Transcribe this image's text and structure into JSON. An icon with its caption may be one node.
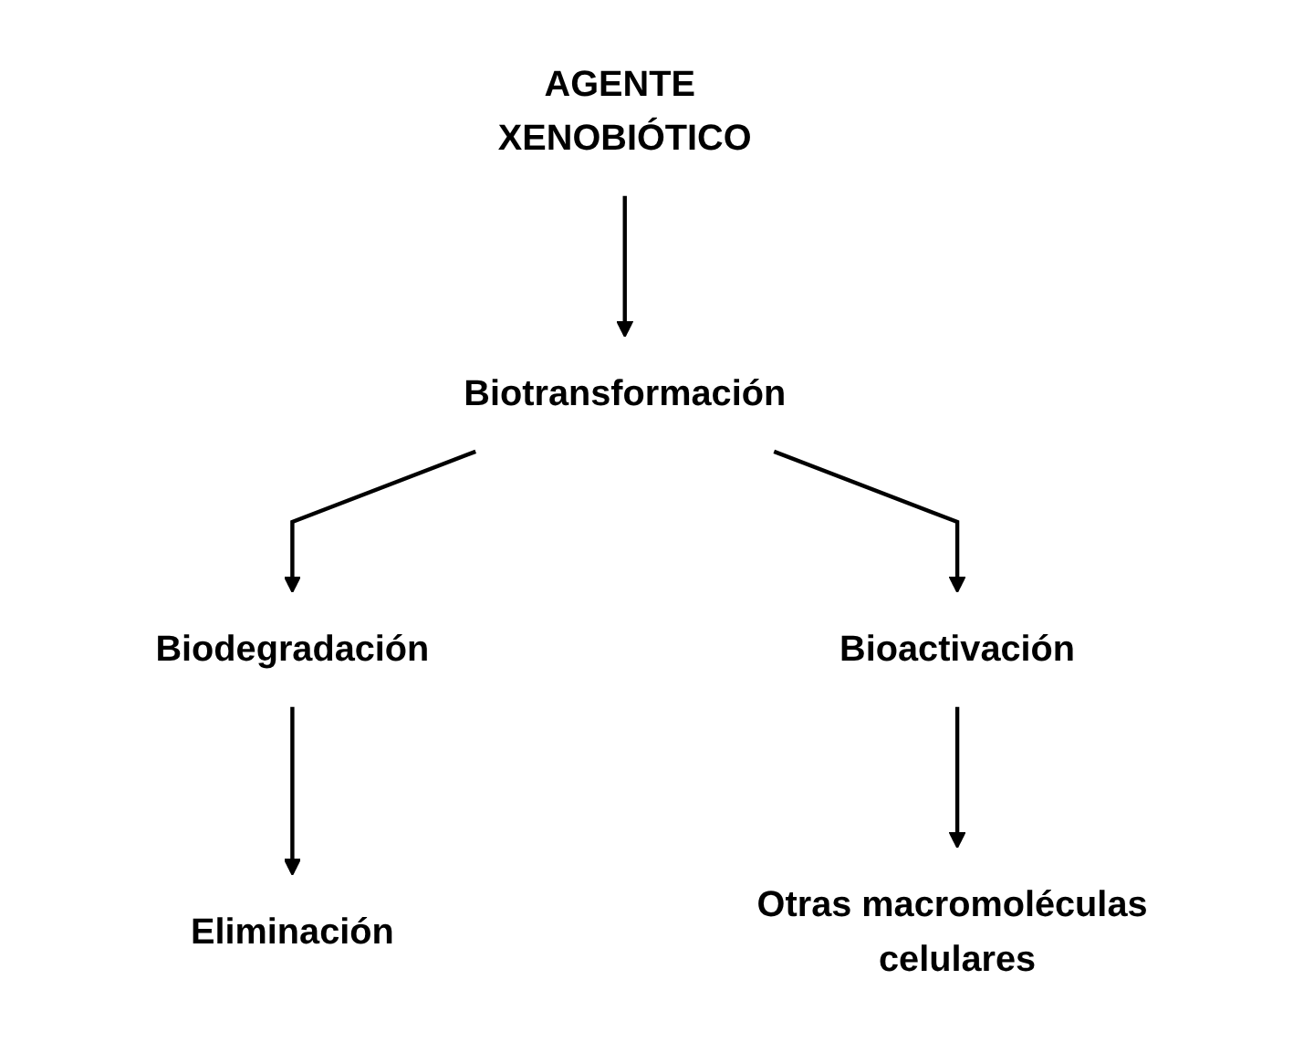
{
  "diagram": {
    "nodes": [
      {
        "text": [
          "AGENTE XENOBIÓTICO"
        ]
      },
      {
        "text": [
          "Biotransformación"
        ]
      },
      {
        "text": [
          "Biodegradación"
        ]
      },
      {
        "text": [
          "Bioactivación"
        ]
      },
      {
        "text": [
          "Eliminación"
        ]
      },
      {
        "text": [
          "Otras macromoléculas celulares"
        ]
      }
    ],
    "edges": [
      {
        "from": 0,
        "to": 1,
        "arrow": "to"
      },
      {
        "from": 1,
        "to": 2,
        "arrow": "to"
      },
      {
        "from": 1,
        "to": 3,
        "arrow": "to"
      },
      {
        "from": 2,
        "to": 4,
        "arrow": "to"
      },
      {
        "from": 3,
        "to": 5,
        "arrow": "to"
      }
    ]
  }
}
